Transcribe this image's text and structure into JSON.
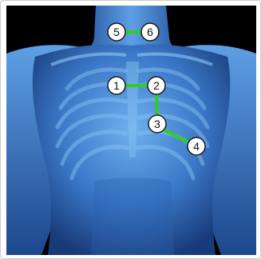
{
  "colors": {
    "background": "#000000",
    "body_light": "#6fb0ee",
    "body_mid": "#3b78c8",
    "body_dark": "#173a78",
    "rib": "#8cc4f4",
    "connector": "#2fcf1a",
    "marker_fill": "#ffffff",
    "marker_stroke": "#1a1a1a"
  },
  "markers": [
    {
      "id": "m1",
      "label": "1"
    },
    {
      "id": "m2",
      "label": "2"
    },
    {
      "id": "m3",
      "label": "3"
    },
    {
      "id": "m4",
      "label": "4"
    },
    {
      "id": "m5",
      "label": "5"
    },
    {
      "id": "m6",
      "label": "6"
    }
  ],
  "connections": [
    [
      "5",
      "6"
    ],
    [
      "1",
      "2"
    ],
    [
      "2",
      "3"
    ],
    [
      "3",
      "4"
    ]
  ]
}
